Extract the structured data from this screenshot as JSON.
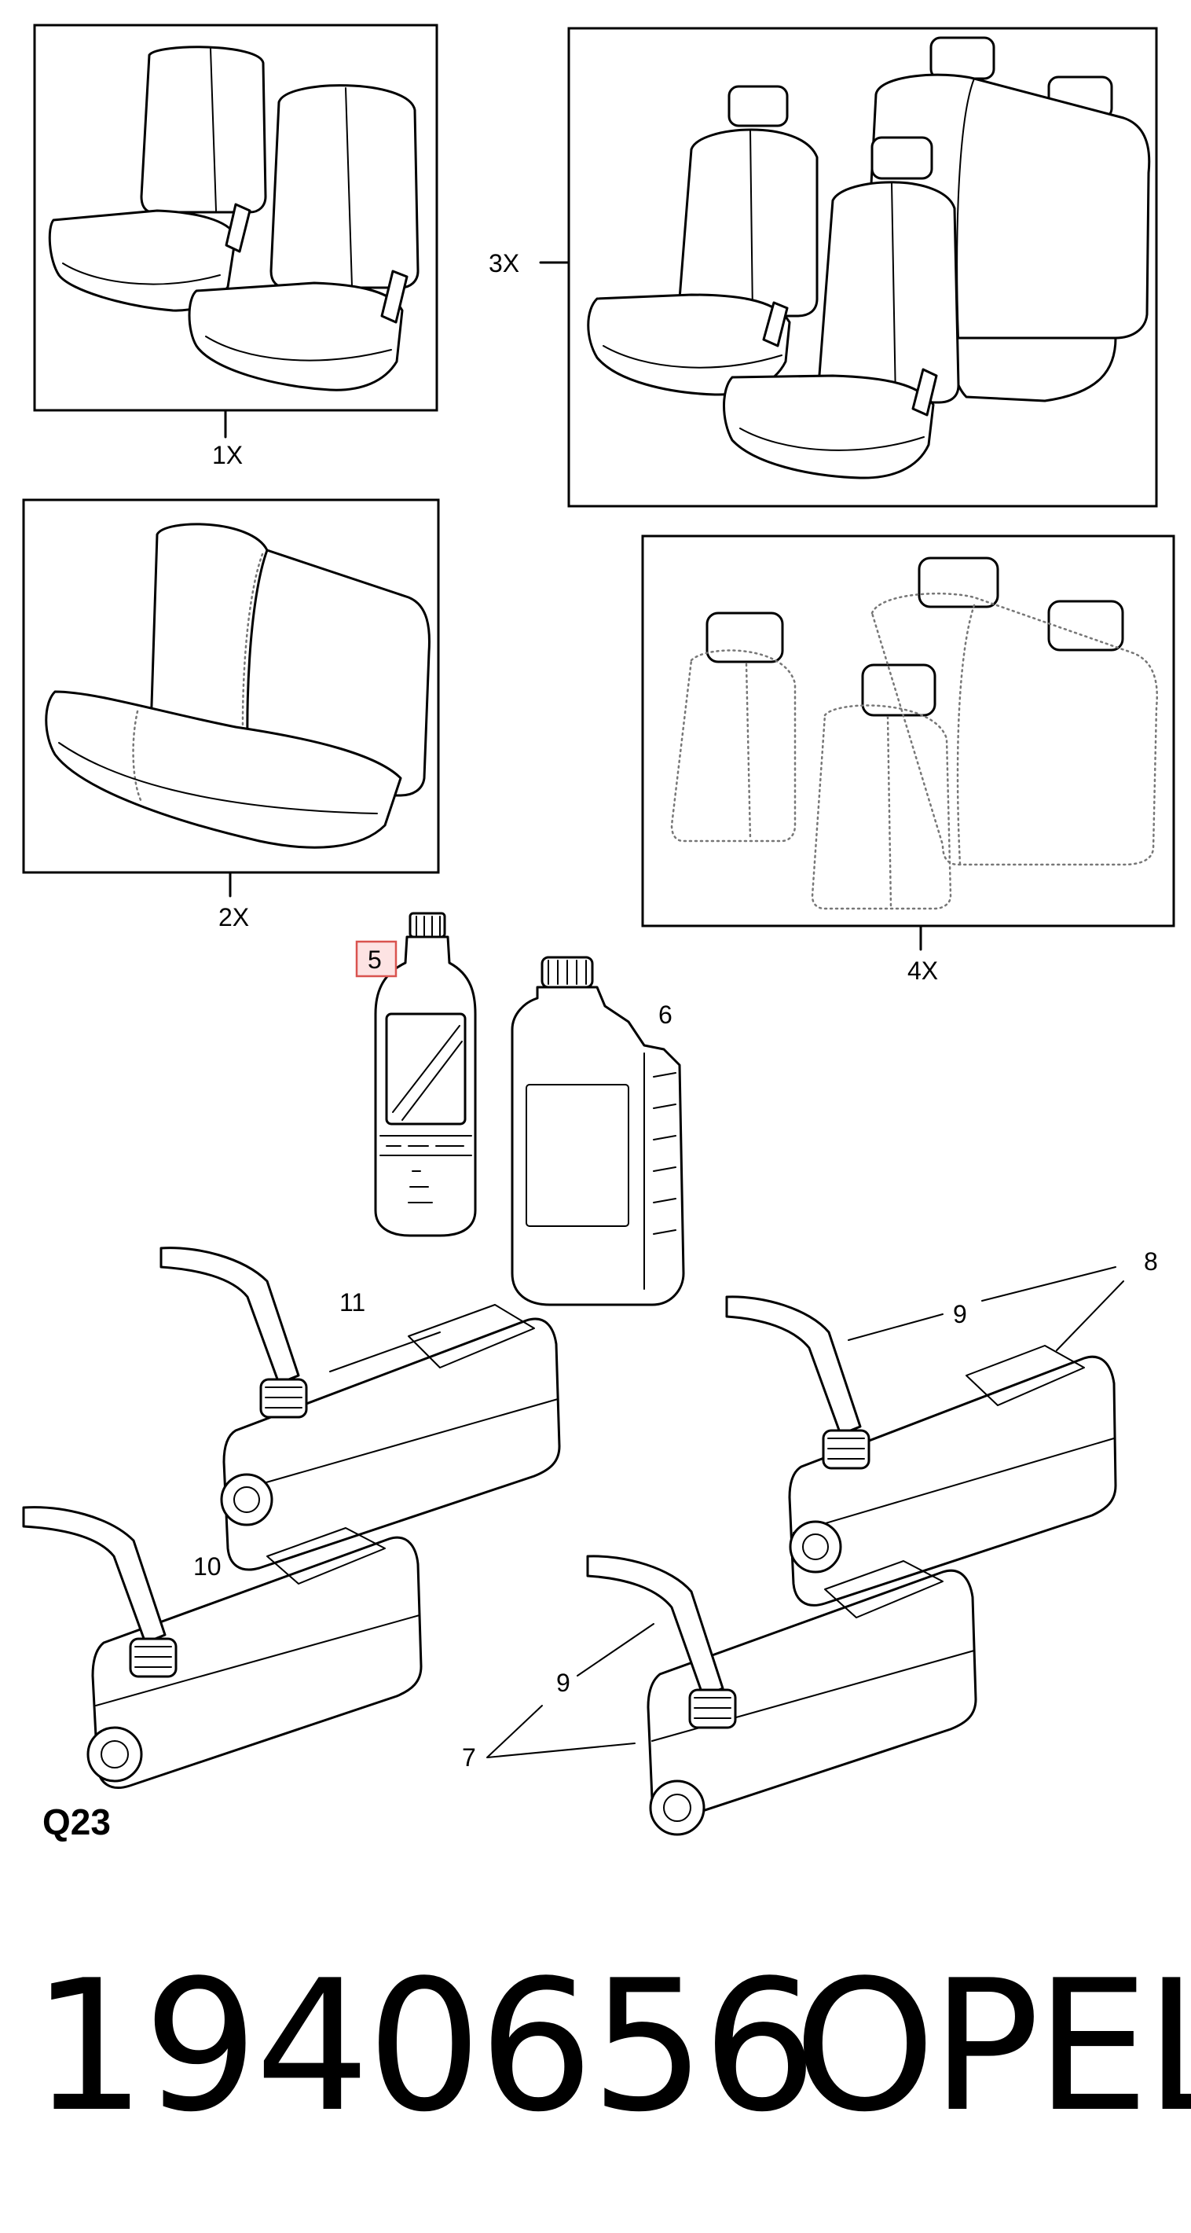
{
  "diagram": {
    "section_code": "Q23",
    "callouts": {
      "c1x": "1X",
      "c2x": "2X",
      "c3x": "3X",
      "c4x": "4X",
      "c5": "5",
      "c6": "6",
      "c7": "7",
      "c8": "8",
      "c9a": "9",
      "c9b": "9",
      "c10": "10",
      "c11": "11"
    },
    "highlight_color": "#d9534f"
  },
  "footer": {
    "part_number": "1940656",
    "brand": "OPEL"
  }
}
